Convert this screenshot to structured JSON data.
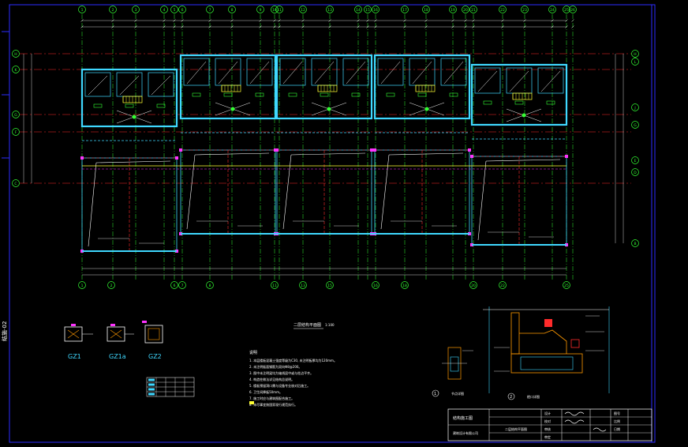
{
  "colors": {
    "background": "#000000",
    "grid_axis": "#ff2b2b",
    "wall": "#3fd8ff",
    "dimension": "#ffffff",
    "beam_green": "#33ff33",
    "frame_border": "#2d2dff",
    "title_block": "#ffffff",
    "highlight_yellow": "#ffff33",
    "magenta": "#ff33ff",
    "orange": "#ff9900"
  },
  "plan": {
    "title": "二层结构平面图",
    "scale": "1:100",
    "grid_columns_top": [
      "1",
      "2",
      "3",
      "4",
      "5",
      "6",
      "7",
      "8",
      "9",
      "10",
      "11",
      "12",
      "13",
      "14",
      "15",
      "16",
      "17",
      "18",
      "19",
      "20",
      "21",
      "22",
      "23",
      "24",
      "25",
      "26"
    ],
    "grid_columns_bottom": [
      "1",
      "2",
      "6",
      "7",
      "8",
      "11",
      "13",
      "15",
      "16",
      "18",
      "20",
      "22",
      "25"
    ],
    "grid_rows_left": [
      "H",
      "K",
      "G",
      "F",
      "C"
    ],
    "grid_rows_right": [
      "H",
      "L",
      "J",
      "G",
      "E",
      "D",
      "B"
    ]
  },
  "columns": {
    "items": [
      {
        "label": "GZ1",
        "name": "GZ1"
      },
      {
        "label": "GZ1a",
        "name": "GZ1a"
      },
      {
        "label": "GZ2",
        "name": "GZ2"
      }
    ]
  },
  "notes": {
    "heading": "说明",
    "lines": [
      "1. 本层楼板混凝土强度等级为C30, 未注明板厚均为120mm。",
      "2. 未注明板面钢筋为双向Φ8@200。",
      "3. 图中未注明梁均为轴线居中或与柱边平齐。",
      "4. 构造柱做法详见结构总说明。",
      "5. 楼板预留洞口需与设备专业核对后施工。",
      "6. 卫生间降板50mm。",
      "7. 施工时应与建筑图配合施工。",
      "8. 未尽事宜按国家现行规范执行。"
    ]
  },
  "details": {
    "detail_1": {
      "label": "1",
      "title": "节点详图"
    },
    "detail_2": {
      "label": "2",
      "title": "檐口详图"
    }
  },
  "title_block": {
    "project": "结构施工图",
    "company": "建筑设计有限公司",
    "drawing_name": "二层结构平面图",
    "rows": [
      "设计",
      "校对",
      "审核",
      "审定"
    ],
    "fields": [
      "图号",
      "比例",
      "日期"
    ]
  },
  "side_label": "结施-02"
}
